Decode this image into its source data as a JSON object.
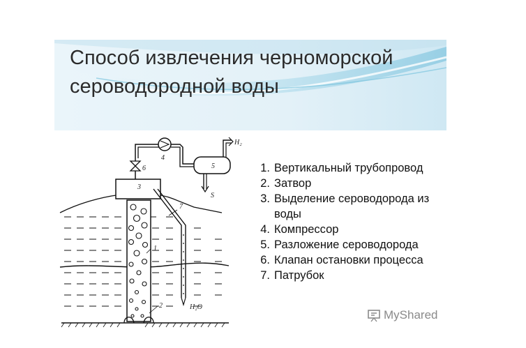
{
  "title": "Способ извлечения черноморской сероводородной воды",
  "diagram": {
    "labels": {
      "n1": "1",
      "n2": "2",
      "n3": "3",
      "n4": "4",
      "n5": "5",
      "n6": "6",
      "n7": "7",
      "h2": "H₂",
      "s": "S",
      "h2o": "H₂O"
    }
  },
  "legend": [
    {
      "num": "1.",
      "text": "Вертикальный трубопровод"
    },
    {
      "num": "2.",
      "text": "Затвор"
    },
    {
      "num": "3.",
      "text": "Выделение сероводорода из воды"
    },
    {
      "num": "4.",
      "text": "Компрессор"
    },
    {
      "num": "5.",
      "text": "Разложение сероводорода"
    },
    {
      "num": "6.",
      "text": "Клапан остановки процесса"
    },
    {
      "num": "7.",
      "text": "Патрубок"
    }
  ],
  "watermark": {
    "text": "MyShared",
    "icon": "presentation-board-icon"
  },
  "colors": {
    "banner_light": "#e8f4f9",
    "banner_accent": "#79c3dd",
    "title": "#2b2b2b",
    "watermark": "#8a8a8a"
  }
}
